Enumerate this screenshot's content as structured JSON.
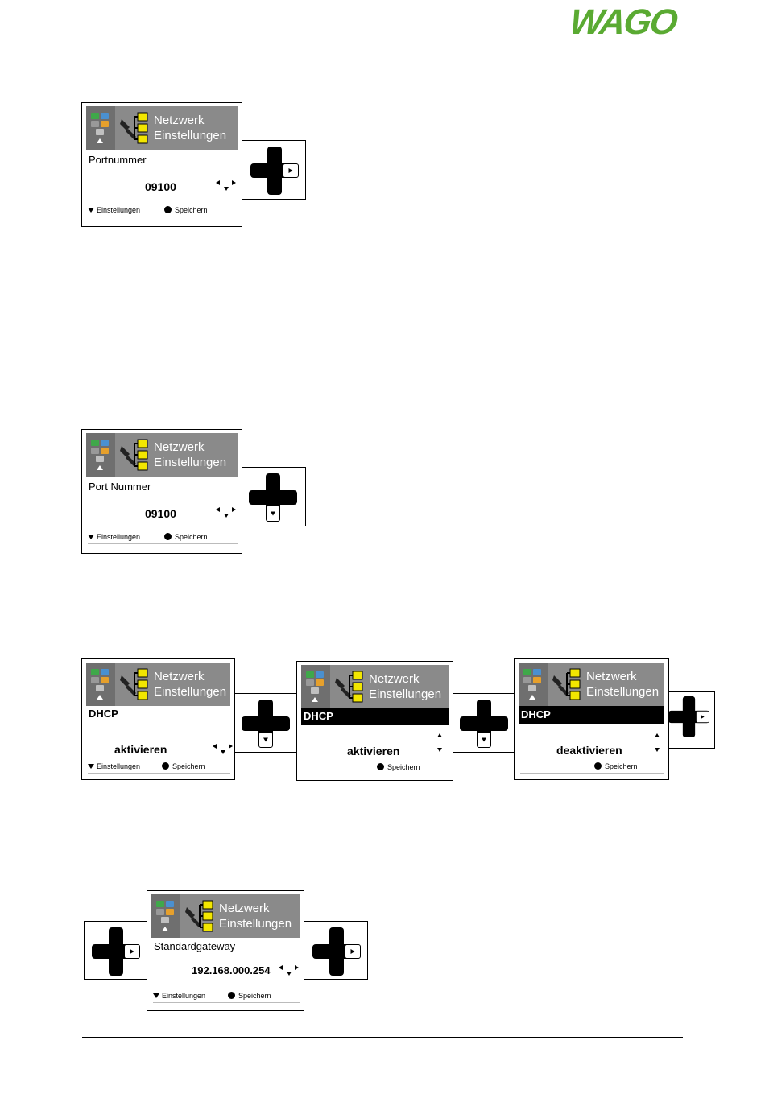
{
  "logo": {
    "text": "WAGO",
    "color": "#5aaa32"
  },
  "screen_common": {
    "title_line1": "Netzwerk",
    "title_line2": "Einstellungen",
    "footer_left": "Einstellungen",
    "footer_right": "Speichern"
  },
  "panels": [
    {
      "label": "Portnummer",
      "value": "09100",
      "key": "right"
    },
    {
      "label": "Port Nummer",
      "value": "09100",
      "key": "down"
    },
    {
      "label": "DHCP",
      "value": "aktivieren",
      "key": "down"
    },
    {
      "label": "DHCP",
      "value": "aktivieren",
      "key": "down"
    },
    {
      "label": "DHCP",
      "value": "deaktivieren",
      "key": "right"
    },
    {
      "label": "Standardgateway",
      "value": "192.168.000.254",
      "key_before": "right",
      "key_after": "right"
    }
  ],
  "colors": {
    "header_gray": "#8a8a8a",
    "sidebar_gray": "#6f6f6f",
    "icon_yellow": "#f2e600"
  }
}
